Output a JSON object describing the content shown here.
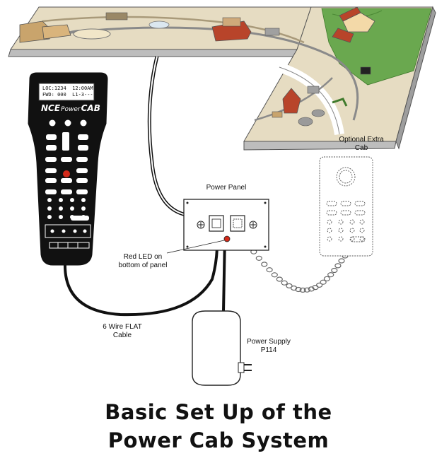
{
  "labels": {
    "power_panel": "Power Panel",
    "optional_extra_cab": "Optional Extra\nCab",
    "red_led": "Red LED on\nbottom of panel",
    "flat_cable": "6 Wire FLAT\nCable",
    "power_supply": "Power Supply\nP114"
  },
  "handheld": {
    "lcd_line1": "LOC:1234  12:00AM",
    "lcd_line2": "FWD: 000  L1-3---",
    "brand": "NCE",
    "brand_script": "Power",
    "brand_suffix": "CAB"
  },
  "title": {
    "line1": "Basic Set Up of the",
    "line2": "Power Cab System"
  },
  "colors": {
    "handheld_body": "#111111",
    "led_red": "#d42a1a",
    "grass": "#6aa84f",
    "layout_tan": "#d9c59a",
    "building_red": "#b8442a"
  }
}
